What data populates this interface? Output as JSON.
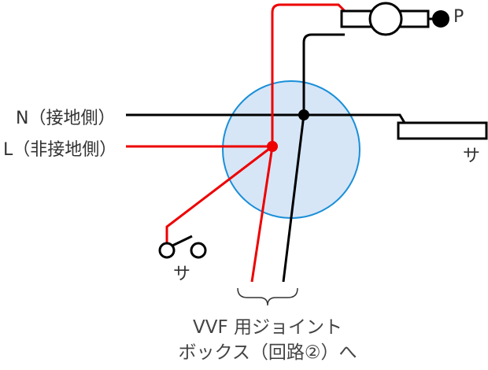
{
  "labels": {
    "neutral": "N（接地側）",
    "line": "L（非接地側）",
    "lamp_symbol": "P",
    "outlet_symbol": "サ",
    "switch_symbol": "サ",
    "destination_line1": "VVF 用ジョイント",
    "destination_line2": "ボックス（回路②）へ"
  },
  "colors": {
    "live_wire": "#ee0000",
    "neutral_wire": "#000000",
    "box_fill": "#d6e6f7",
    "box_stroke": "#1a8fd8",
    "text": "#333333"
  }
}
